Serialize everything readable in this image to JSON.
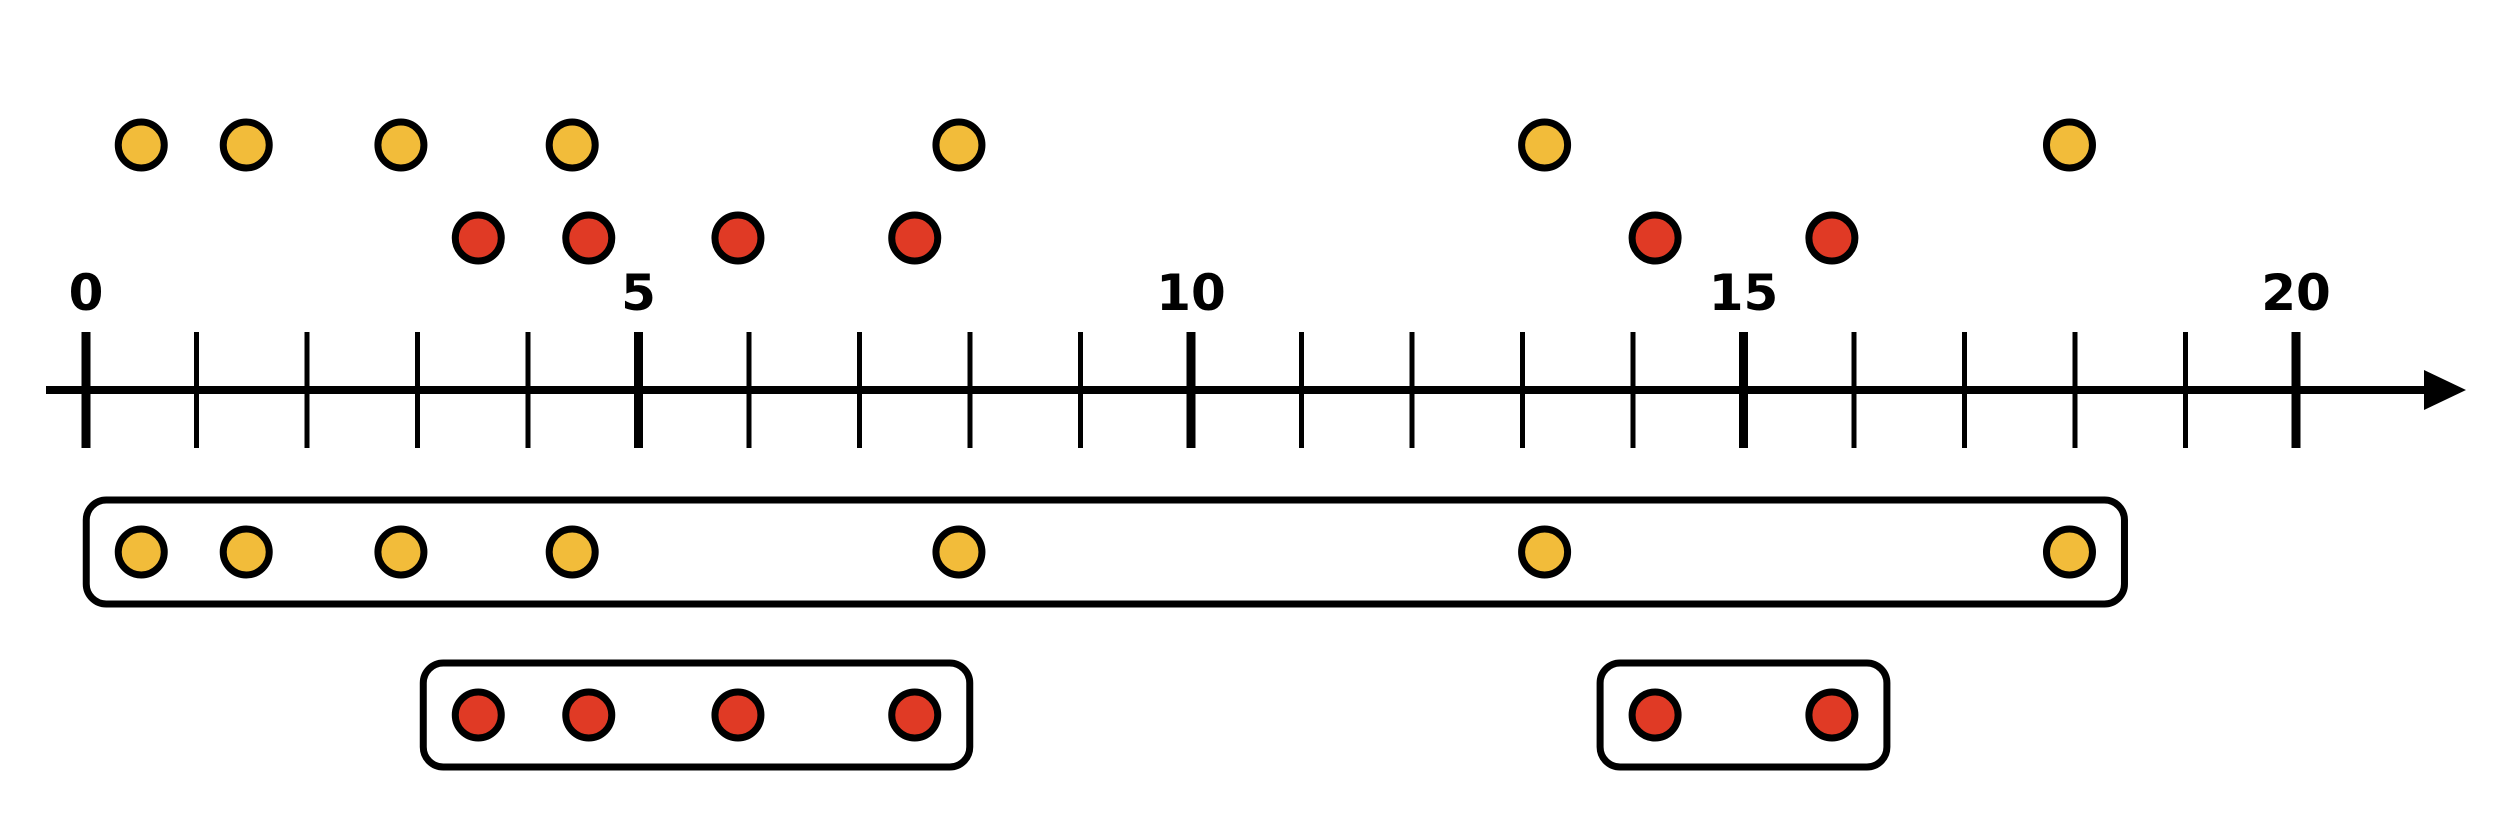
{
  "axis": {
    "min": 0,
    "max": 20,
    "minor_step": 1,
    "major_labels": [
      "0",
      "5",
      "10",
      "15",
      "20"
    ]
  },
  "colors": {
    "yellow": "#F2BC3A",
    "red": "#E03A25",
    "outline": "#000000"
  },
  "points": {
    "yellow": [
      0.5,
      1.45,
      2.85,
      4.4,
      7.9,
      13.2,
      17.95
    ],
    "red": [
      3.55,
      4.55,
      5.9,
      7.5,
      14.2,
      15.8
    ]
  },
  "clusters": [
    {
      "color": "yellow",
      "members": [
        0.5,
        1.45,
        2.85,
        4.4,
        7.9,
        13.2,
        17.95
      ]
    },
    {
      "color": "red",
      "members": [
        3.55,
        4.55,
        5.9,
        7.5
      ]
    },
    {
      "color": "red",
      "members": [
        14.2,
        15.8
      ]
    }
  ]
}
